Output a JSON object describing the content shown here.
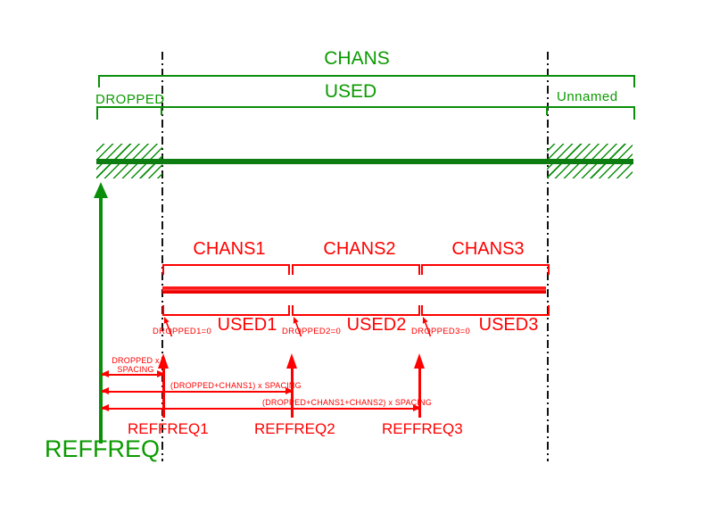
{
  "colors": {
    "green_text": "#0a9a00",
    "green_line": "#0a8f0a",
    "green_thick_line": "#0d7c11",
    "red": "#ff0000",
    "dash_line": "#111111"
  },
  "top_section": {
    "chans": "CHANS",
    "used": "USED",
    "dropped": "DROPPED",
    "unnamed": "Unnamed"
  },
  "subband_section": {
    "chans_labels": [
      "CHANS1",
      "CHANS2",
      "CHANS3"
    ],
    "used_labels": [
      "USED1",
      "USED2",
      "USED3"
    ],
    "dropped_labels": [
      "DROPPED1=0",
      "DROPPED2=0",
      "DROPPED3=0"
    ]
  },
  "reffreq_section": {
    "main_label": "REFFREQ",
    "marker_labels": [
      "REFFREQ1",
      "REFFREQ2",
      "REFFREQ3"
    ],
    "spacing1_line1": "DROPPED x",
    "spacing1_line2": "SPACING",
    "spacing2": "(DROPPED+CHANS1) x SPACING",
    "spacing3": "(DROPPED+CHANS1+CHANS2) x SPACING"
  }
}
